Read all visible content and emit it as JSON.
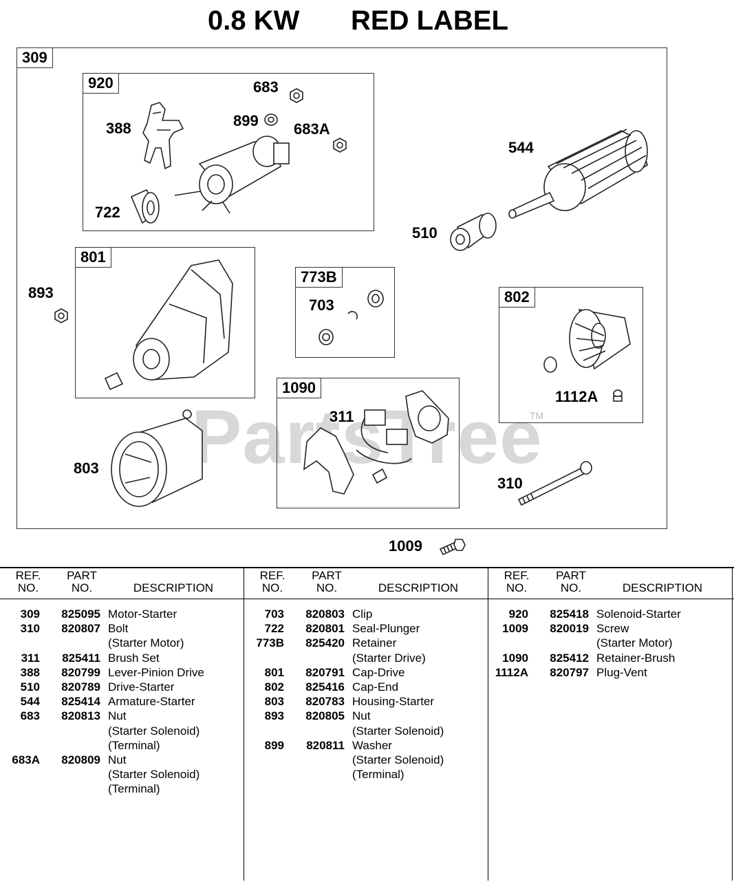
{
  "header": {
    "power": "0.8 KW",
    "label": "RED LABEL"
  },
  "watermark": {
    "text": "PartsTree",
    "tm": "TM"
  },
  "diagram": {
    "main_box": "309",
    "boxes": {
      "b920": "920",
      "b801": "801",
      "b773b": "773B",
      "b802": "802",
      "b1090": "1090"
    },
    "callouts": {
      "c683": "683",
      "c388": "388",
      "c899": "899",
      "c683a": "683A",
      "c722": "722",
      "c544": "544",
      "c510": "510",
      "c893": "893",
      "c703": "703",
      "c1112a": "1112A",
      "c311": "311",
      "c803": "803",
      "c310": "310",
      "c1009": "1009"
    }
  },
  "table": {
    "headers": {
      "ref": [
        "REF.",
        "NO."
      ],
      "part": [
        "PART",
        "NO."
      ],
      "description": "DESCRIPTION"
    },
    "columns": [
      [
        {
          "ref": "309",
          "part": "825095",
          "desc": [
            "Motor-Starter"
          ]
        },
        {
          "ref": "310",
          "part": "820807",
          "desc": [
            "Bolt",
            "(Starter Motor)"
          ]
        },
        {
          "ref": "311",
          "part": "825411",
          "desc": [
            "Brush Set"
          ]
        },
        {
          "ref": "388",
          "part": "820799",
          "desc": [
            "Lever-Pinion Drive"
          ]
        },
        {
          "ref": "510",
          "part": "820789",
          "desc": [
            "Drive-Starter"
          ]
        },
        {
          "ref": "544",
          "part": "825414",
          "desc": [
            "Armature-Starter"
          ]
        },
        {
          "ref": "683",
          "part": "820813",
          "desc": [
            "Nut",
            "(Starter Solenoid)",
            "(Terminal)"
          ]
        },
        {
          "ref": "683A",
          "part": "820809",
          "desc": [
            "Nut",
            "(Starter Solenoid)",
            "(Terminal)"
          ]
        }
      ],
      [
        {
          "ref": "703",
          "part": "820803",
          "desc": [
            "Clip"
          ]
        },
        {
          "ref": "722",
          "part": "820801",
          "desc": [
            "Seal-Plunger"
          ]
        },
        {
          "ref": "773B",
          "part": "825420",
          "desc": [
            "Retainer",
            "(Starter Drive)"
          ]
        },
        {
          "ref": "801",
          "part": "820791",
          "desc": [
            "Cap-Drive"
          ]
        },
        {
          "ref": "802",
          "part": "825416",
          "desc": [
            "Cap-End"
          ]
        },
        {
          "ref": "803",
          "part": "820783",
          "desc": [
            "Housing-Starter"
          ]
        },
        {
          "ref": "893",
          "part": "820805",
          "desc": [
            "Nut",
            "(Starter Solenoid)"
          ]
        },
        {
          "ref": "899",
          "part": "820811",
          "desc": [
            "Washer",
            "(Starter Solenoid)",
            "(Terminal)"
          ]
        }
      ],
      [
        {
          "ref": "920",
          "part": "825418",
          "desc": [
            "Solenoid-Starter"
          ]
        },
        {
          "ref": "1009",
          "part": "820019",
          "desc": [
            "Screw",
            "(Starter Motor)"
          ]
        },
        {
          "ref": "1090",
          "part": "825412",
          "desc": [
            "Retainer-Brush"
          ]
        },
        {
          "ref": "1112A",
          "part": "820797",
          "desc": [
            "Plug-Vent"
          ]
        }
      ]
    ]
  }
}
